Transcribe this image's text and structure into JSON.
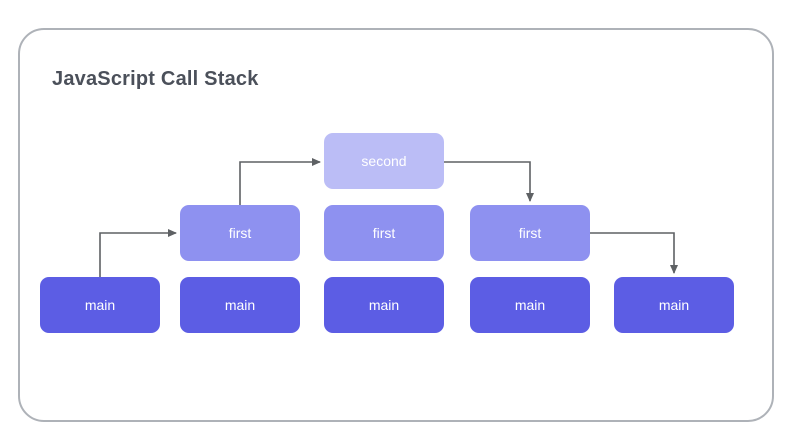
{
  "title": "JavaScript Call Stack",
  "colors": {
    "main": "#5c5de4",
    "first": "#8e91f0",
    "second": "#bbbdf6",
    "arrow": "#5e6164",
    "border": "#aeb2b8",
    "title": "#4b505a"
  },
  "diagram": {
    "type": "flow-diagram",
    "description": "Five call-stack states shown left to right: main; main+first; main+first+second; main+first; main. Arrows show push/pop progression.",
    "stacks": [
      {
        "frames": [
          "main"
        ]
      },
      {
        "frames": [
          "main",
          "first"
        ]
      },
      {
        "frames": [
          "main",
          "first",
          "second"
        ]
      },
      {
        "frames": [
          "main",
          "first"
        ]
      },
      {
        "frames": [
          "main"
        ]
      }
    ],
    "arrows": [
      {
        "from": "stack1-main-top",
        "to": "stack2-first-left",
        "direction": "up-then-right"
      },
      {
        "from": "stack2-first-top",
        "to": "stack3-second-left",
        "direction": "up-then-right"
      },
      {
        "from": "stack3-second-right",
        "to": "stack4-first-top",
        "direction": "right-then-down"
      },
      {
        "from": "stack4-first-right",
        "to": "stack5-main-top",
        "direction": "right-then-down"
      }
    ]
  }
}
